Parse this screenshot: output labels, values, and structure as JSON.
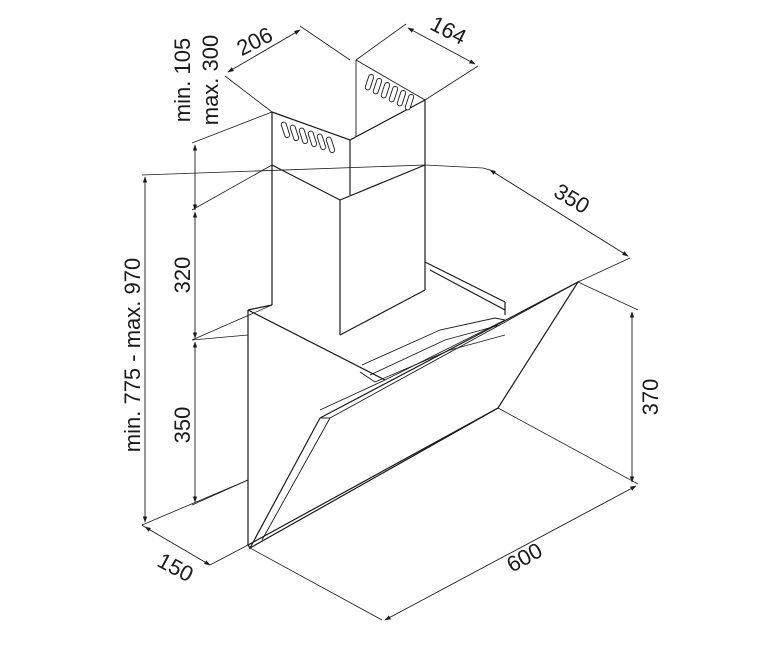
{
  "dimensions": {
    "chimney_width": "206",
    "chimney_depth": "164",
    "chimney_top_min": "min. 105",
    "chimney_top_max": "max. 300",
    "chimney_lower": "320",
    "overall_height": "min. 775 - max. 970",
    "body_height": "350",
    "base_depth": "150",
    "hood_width": "600",
    "hood_depth": "350",
    "hood_front_height": "370"
  }
}
